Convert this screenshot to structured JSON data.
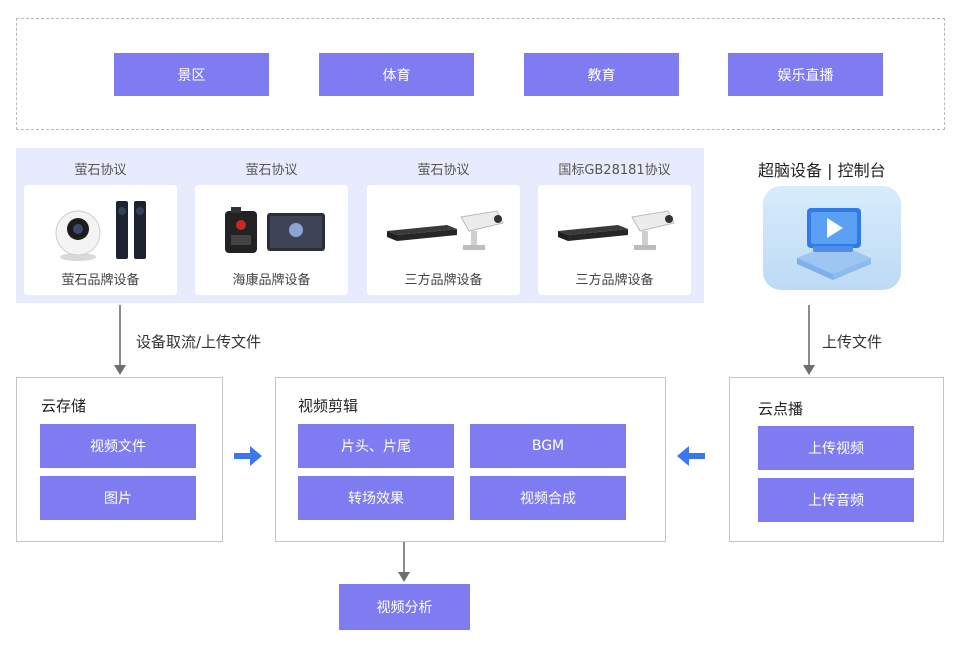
{
  "scenarios": [
    "景区",
    "体育",
    "教育",
    "娱乐直播"
  ],
  "devices": [
    {
      "protocol": "萤石协议",
      "label": "萤石品牌设备"
    },
    {
      "protocol": "萤石协议",
      "label": "海康品牌设备"
    },
    {
      "protocol": "萤石协议",
      "label": "三方品牌设备"
    },
    {
      "protocol": "国标GB28181协议",
      "label": "三方品牌设备"
    }
  ],
  "console": {
    "title": "超脑设备 | 控制台"
  },
  "arrows": {
    "left_label": "设备取流/上传文件",
    "right_label": "上传文件"
  },
  "cloud_storage": {
    "title": "云存储",
    "items": [
      "视频文件",
      "图片"
    ]
  },
  "video_edit": {
    "title": "视频剪辑",
    "items": [
      "片头、片尾",
      "BGM",
      "转场效果",
      "视频合成"
    ]
  },
  "vod": {
    "title": "云点播",
    "items": [
      "上传视频",
      "上传音频"
    ]
  },
  "analysis": {
    "label": "视频分析"
  },
  "colors": {
    "accent": "#7f7cf2",
    "panel": "#e8ebfd",
    "arrow_blue": "#3b78f0",
    "arrow_gray": "#6e6e6e"
  }
}
